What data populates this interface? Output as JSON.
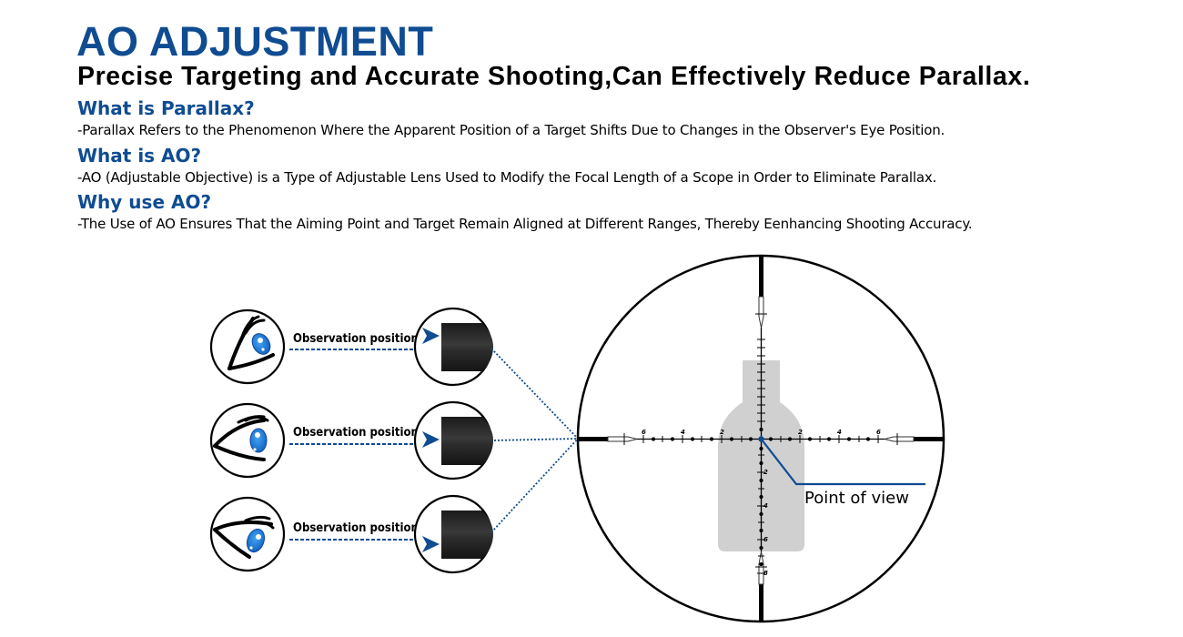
{
  "header": {
    "title": "AO ADJUSTMENT",
    "subtitle": "Precise Targeting and Accurate Shooting,Can Effectively Reduce Parallax."
  },
  "faq": [
    {
      "question": "What is Parallax?",
      "answer": "-Parallax Refers to the Phenomenon Where the Apparent Position of a Target Shifts Due to Changes in the Observer's Eye Position."
    },
    {
      "question": "What is AO?",
      "answer": "-AO (Adjustable Objective) is a Type of Adjustable Lens Used to Modify the Focal Length of a Scope in Order to Eliminate Parallax."
    },
    {
      "question": "Why use AO?",
      "answer": "-The Use of AO Ensures That the Aiming Point and Target Remain Aligned at Different Ranges, Thereby Eenhancing Shooting Accuracy."
    }
  ],
  "diagram": {
    "observations": [
      {
        "label": "Observation position",
        "eye": "eye-looking-up-icon"
      },
      {
        "label": "Observation position",
        "eye": "eye-looking-straight-icon"
      },
      {
        "label": "Observation position",
        "eye": "eye-looking-down-icon"
      }
    ],
    "reticle": {
      "horizontal_labels": [
        "6",
        "4",
        "2",
        "2",
        "4",
        "6"
      ],
      "vertical_labels": [
        "2",
        "4",
        "6",
        "8"
      ],
      "callout": "Point of view"
    },
    "colors": {
      "accent_blue": "#0f4c92",
      "iris_blue": "#1e88e5",
      "target_gray": "#d0d0d0",
      "ink": "#000000"
    }
  }
}
